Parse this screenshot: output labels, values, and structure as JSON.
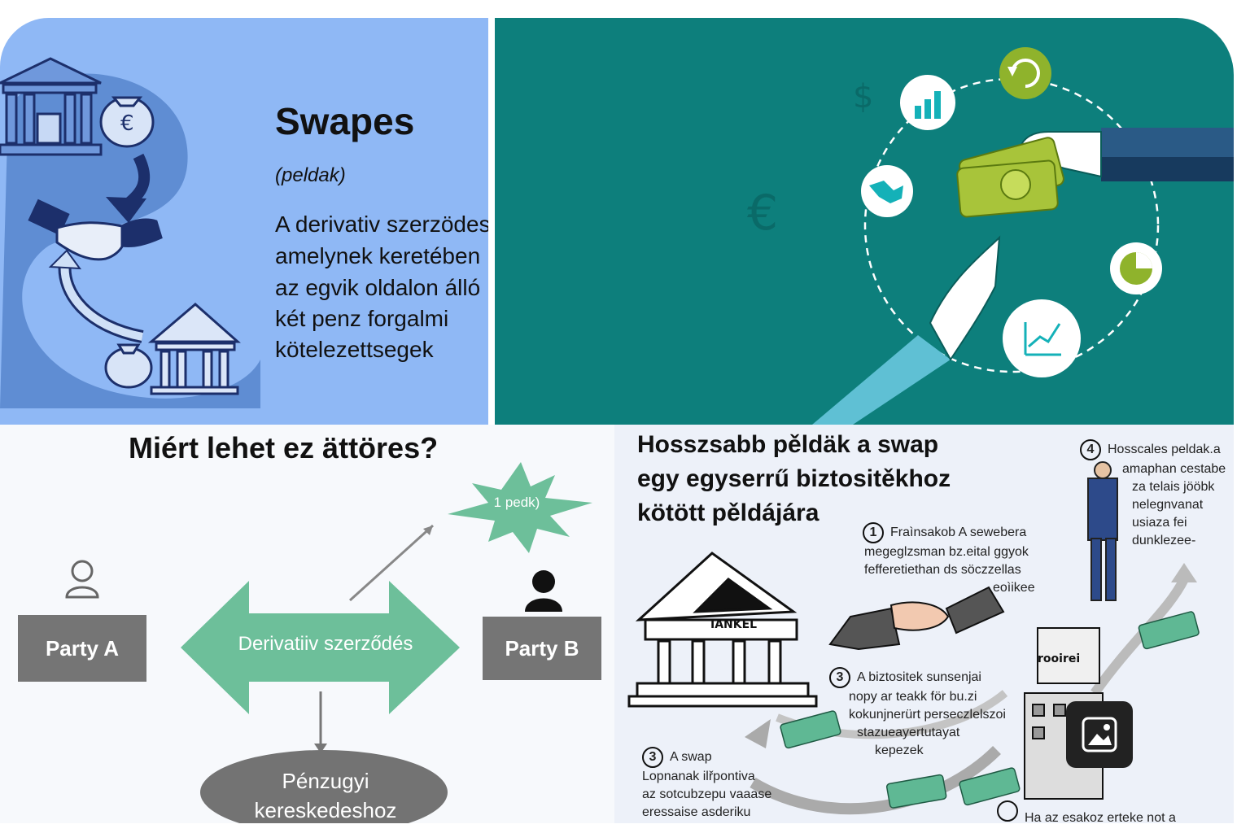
{
  "top_left": {
    "title": "Swapes",
    "subtitle": "(peldak)",
    "body_lines": [
      "A derivativ szerzödes",
      "amelynek keretében",
      "az egvik oldalon álló",
      "két penz forgalmi",
      "kötelezettsegek"
    ]
  },
  "bottom_left": {
    "title": "Miért lehet ez ättöres?",
    "burst_label": "1 pedk)",
    "party_a": "Party A",
    "party_b": "Party B",
    "center_label": "Derivatiiv szerződés",
    "ellipse_lines": [
      "Pénzugyi",
      "kereskedeshoz"
    ]
  },
  "bottom_right": {
    "title_lines": [
      "Hosszsabb pěldäk a swap",
      "egy egyserrű biztositěkhoz",
      "kötött pěldájára"
    ],
    "step_1": {
      "number": "1",
      "lines": [
        "Fraìnsakob A sewebera",
        "megeglzsman bz.eital ggyok",
        "fefferetiethan ds söczzellas",
        "eoìikee"
      ]
    },
    "step_4": {
      "number": "4",
      "lines": [
        "Hosscales peldak.a",
        "amaphan cestabe",
        "za telais jööbk",
        "nelegnvanat",
        "usiaza fei",
        "dunklezee-"
      ]
    },
    "step_3a": {
      "number": "3",
      "lines": [
        "A biztositek sunsenjai",
        "nopy ar teakk för bu.zi",
        "kokunjnerürt perseczlelszoi",
        "stazueayertutayat",
        "kepezek"
      ]
    },
    "step_3b": {
      "number": "3",
      "lines": [
        "A swap",
        "Lopnanak ilřpontiva",
        "az sotcubzepu vaaase",
        "eressaise asderiku"
      ]
    },
    "bottom_note": "Ha az esakoz erteke not a",
    "bank_sign": "IANKEL",
    "building_sign": "rooirei"
  },
  "colors": {
    "tl_bg": "#8fb8f5",
    "tr_bg": "#0d7f7c",
    "green_accent": "#6dbf9a",
    "party_gray": "#757575",
    "lime": "#8fb32c"
  },
  "icons": [
    "bank-icon",
    "money-bag-icon",
    "handshake-icon",
    "refresh-icon",
    "growth-chart-icon",
    "globe-icon",
    "pie-chart-icon",
    "trend-chart-icon",
    "person-icon",
    "image-icon"
  ]
}
